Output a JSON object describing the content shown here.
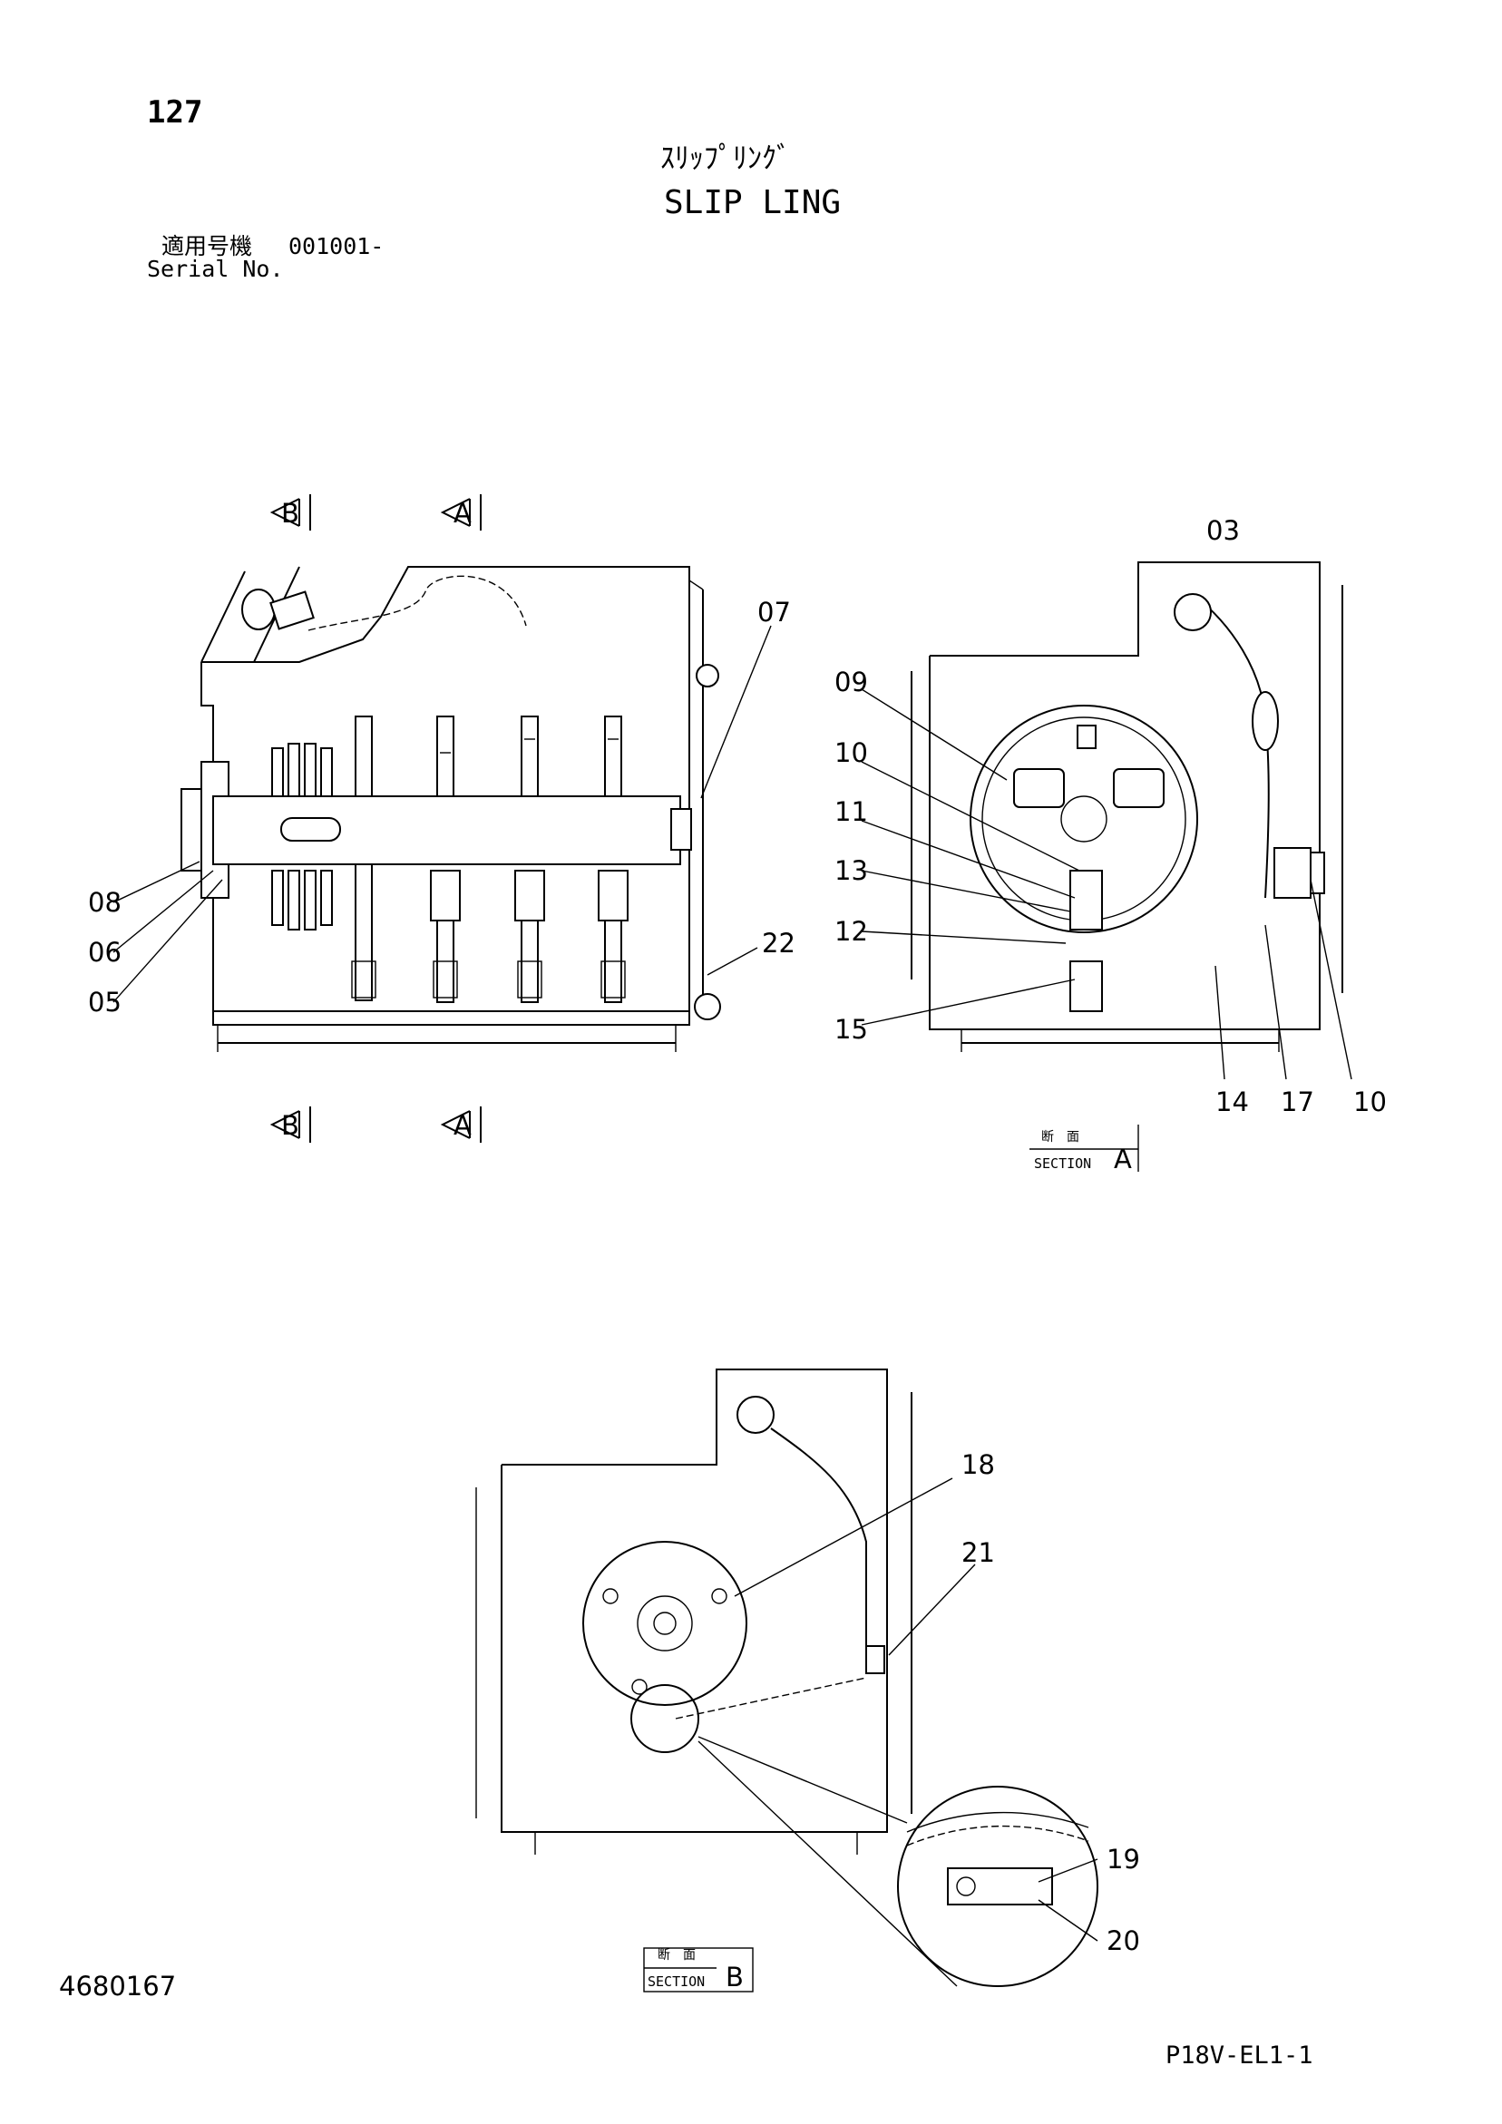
{
  "header": {
    "page_number": "127",
    "title_jp": "ｽﾘｯﾌﾟﾘﾝｸﾞ",
    "title_en": "SLIP LING",
    "serial_label_jp": "適用号機",
    "serial_value": "001001-",
    "serial_label_en": "Serial No."
  },
  "view_markers": {
    "a": "A",
    "b": "B"
  },
  "sections": {
    "a": {
      "label_jp": "断　面",
      "label_en": "SECTION",
      "letter": "A"
    },
    "b": {
      "label_jp": "断　面",
      "label_en": "SECTION",
      "letter": "B"
    }
  },
  "callouts": {
    "c03": "03",
    "c05": "05",
    "c06": "06",
    "c07": "07",
    "c08": "08",
    "c09": "09",
    "c10a": "10",
    "c10b": "10",
    "c11": "11",
    "c12": "12",
    "c13": "13",
    "c14": "14",
    "c15": "15",
    "c17": "17",
    "c18": "18",
    "c19": "19",
    "c20": "20",
    "c21": "21",
    "c22": "22"
  },
  "footer": {
    "drawing_number": "4680167",
    "page_code": "P18V-EL1-1"
  }
}
